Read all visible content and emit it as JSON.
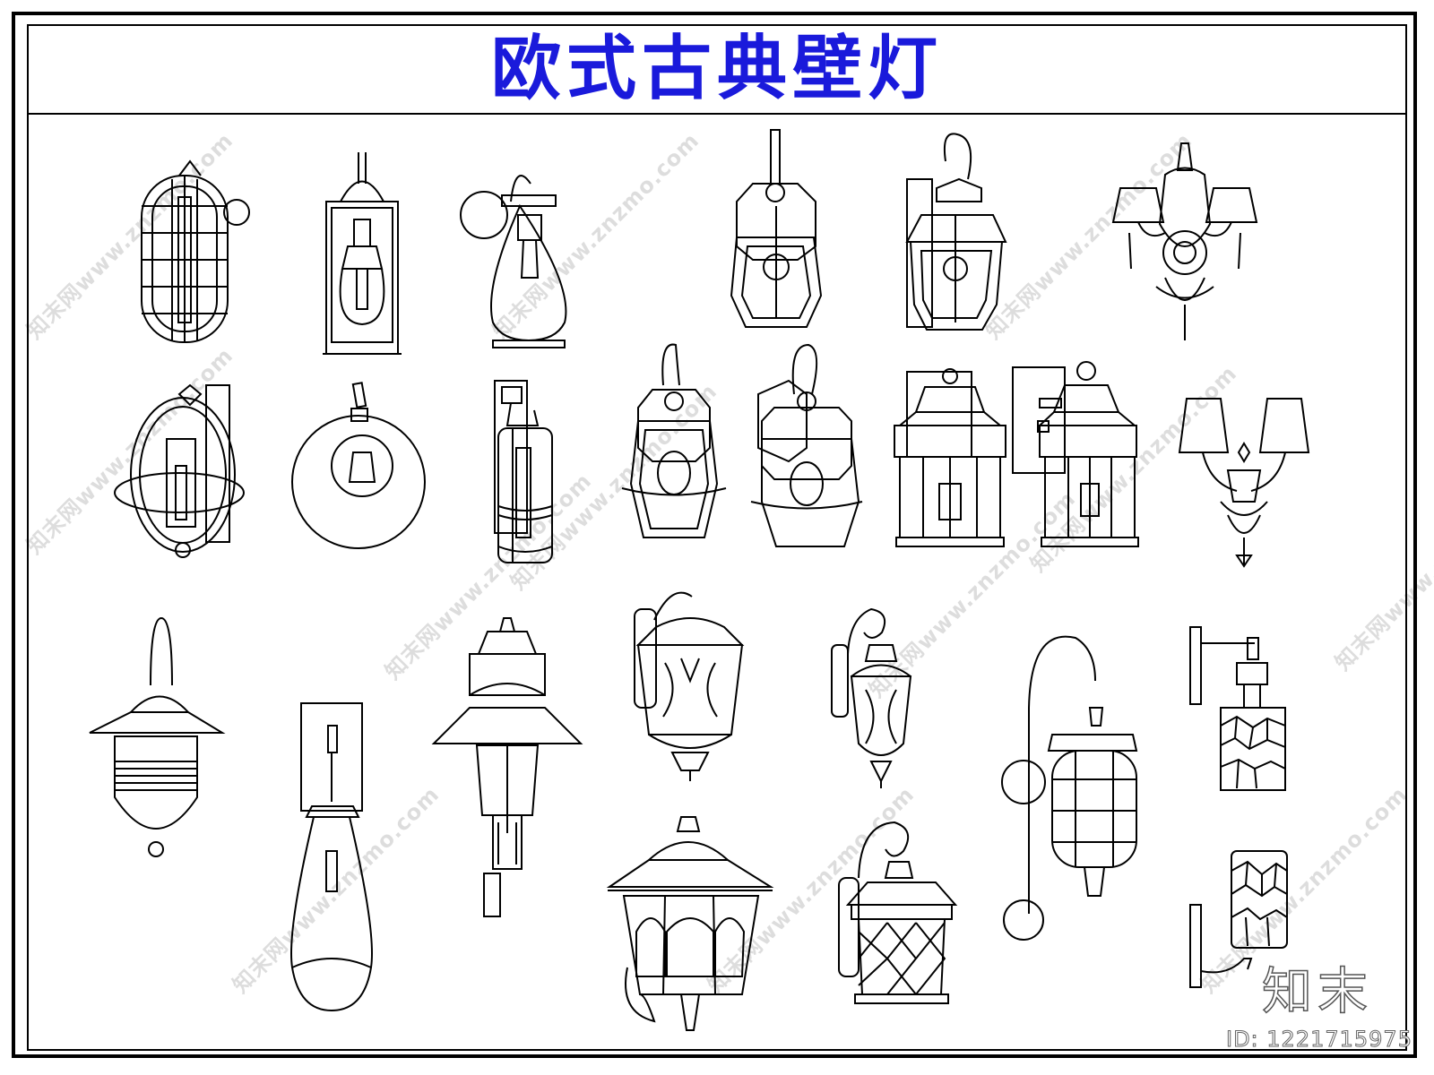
{
  "title": "欧式古典壁灯",
  "colors": {
    "title": "#1a1adb",
    "line": "#000000",
    "watermark": "#000000"
  },
  "watermark": {
    "text": "知末网www.znzmo.com"
  },
  "brand": {
    "logo": "知末",
    "id_label": "ID: 1221715975"
  },
  "lamps": [
    "cage-lamp",
    "bottle-sconce",
    "teardrop-globe-sconce",
    "hex-lantern",
    "hex-lantern-curved",
    "chandelier-two-arm",
    "orbit-ring-lamp",
    "round-globe-sconce",
    "cylinder-tube-lamp",
    "octagon-lantern",
    "octagon-lantern-scroll",
    "pagoda-lantern",
    "pagoda-lantern-plate",
    "double-shade-sconce",
    "hat-cage-lantern",
    "tear-drop-pendant",
    "tall-pagoda-lantern",
    "ornate-bell-lantern",
    "scroll-lantern-small",
    "gooseneck-cage-lamp",
    "mosaic-cylinder-sconce",
    "classic-house-lantern",
    "lattice-lantern",
    "mosaic-cylinder-curved"
  ]
}
